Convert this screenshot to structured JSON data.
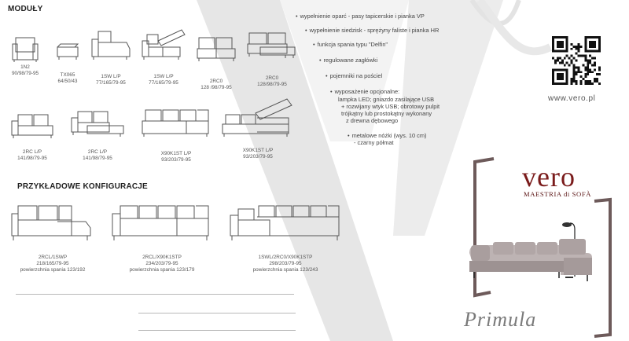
{
  "headings": {
    "modules": "MODUŁY",
    "configurations": "PRZYKŁADOWE KONFIGURACJE"
  },
  "modules": [
    {
      "name": "1N2",
      "dims": "90/98/79-95"
    },
    {
      "name": "TX065",
      "dims": "64/50/43"
    },
    {
      "name": "1SW L/P",
      "dims": "77/165/79-95"
    },
    {
      "name": "1SW L/P",
      "dims": "77/165/79-95"
    },
    {
      "name": "2RC0",
      "dims": "128 /98/79-95"
    },
    {
      "name": "2RC0",
      "dims": "128/98/79-95"
    },
    {
      "name": "2RC L/P",
      "dims": "141/98/79-95"
    },
    {
      "name": "2RC L/P",
      "dims": "141/98/79-95"
    },
    {
      "name": "X90K1ST L/P",
      "dims": "93/203/79-95"
    },
    {
      "name": "X90K1ST L/P",
      "dims": "93/203/79-95"
    }
  ],
  "configurations": [
    {
      "name": "2RCL/1SWP",
      "dims": "218/165/79-95",
      "area": "powierzchnia spania 123/192"
    },
    {
      "name": "2RCL/X90K1STP",
      "dims": "234/203/79-95",
      "area": "powierzchnia spania 123/179"
    },
    {
      "name": "1SWL/2RC0/X90K1STP",
      "dims": "298/203/79-95",
      "area": "powierzchnia spania 123/243"
    }
  ],
  "features": {
    "f1": "wypełnienie oparć - pasy tapicerskie i pianka VP",
    "f2": "wypełnienie siedzisk - sprężyny faliste i pianka HR",
    "f3": "funkcja spania typu \"Delfin\"",
    "f4": "regulowane zagłówki",
    "f5": "pojemniki na pościel",
    "f6": "wyposażenie opcjonalne:",
    "f6a": "lampka LED; gniazdo zasilające USB",
    "f6b": "+ rozwijany wtyk USB; obrotowy pulpit",
    "f6c": "trójkątny lub prostokątny wykonany",
    "f6d": "z drewna dębowego",
    "f7": "metalowe nóżki (wys. 10 cm)",
    "f7a": "- czarny półmat"
  },
  "bullet": "•",
  "website": "www.vero.pl",
  "brand": {
    "logo": "vero",
    "tagline": "MAESTRIA di SOFÀ",
    "product": "Primula",
    "accent_color": "#7a1b1b"
  }
}
